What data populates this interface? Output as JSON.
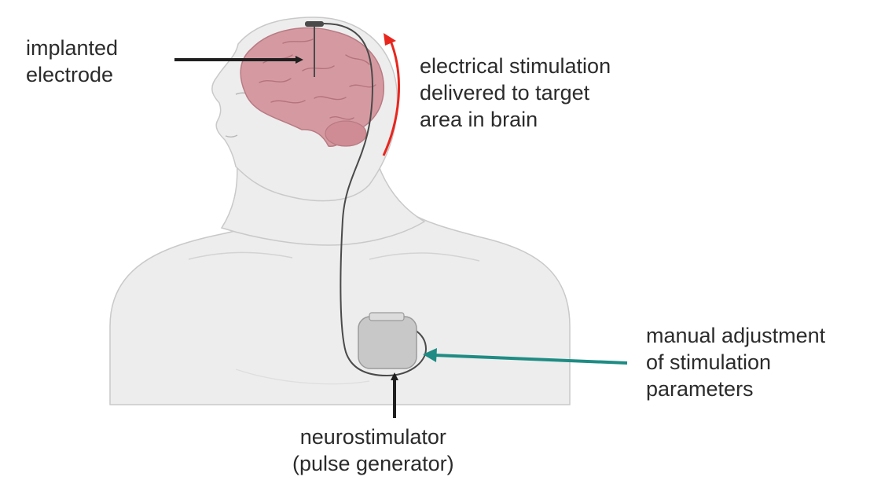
{
  "labels": {
    "implanted_electrode": [
      "implanted",
      "electrode"
    ],
    "stimulation": [
      "electrical stimulation",
      "delivered to target",
      "area in brain"
    ],
    "adjustment": [
      "manual adjustment",
      "of stimulation",
      "parameters"
    ],
    "neurostimulator": [
      "neurostimulator",
      "(pulse generator)"
    ]
  },
  "colors": {
    "skin": "#ededed",
    "skin_outline": "#c9c9c9",
    "brain": "#d59aa1",
    "brain_fold": "#b5737d",
    "lead_wire": "#4a4a4a",
    "device": "#c8c8c8",
    "arrow_black": "#1f1f1f",
    "arrow_red": "#e8261e",
    "arrow_teal": "#1e8c84",
    "text": "#2b2b2b"
  }
}
